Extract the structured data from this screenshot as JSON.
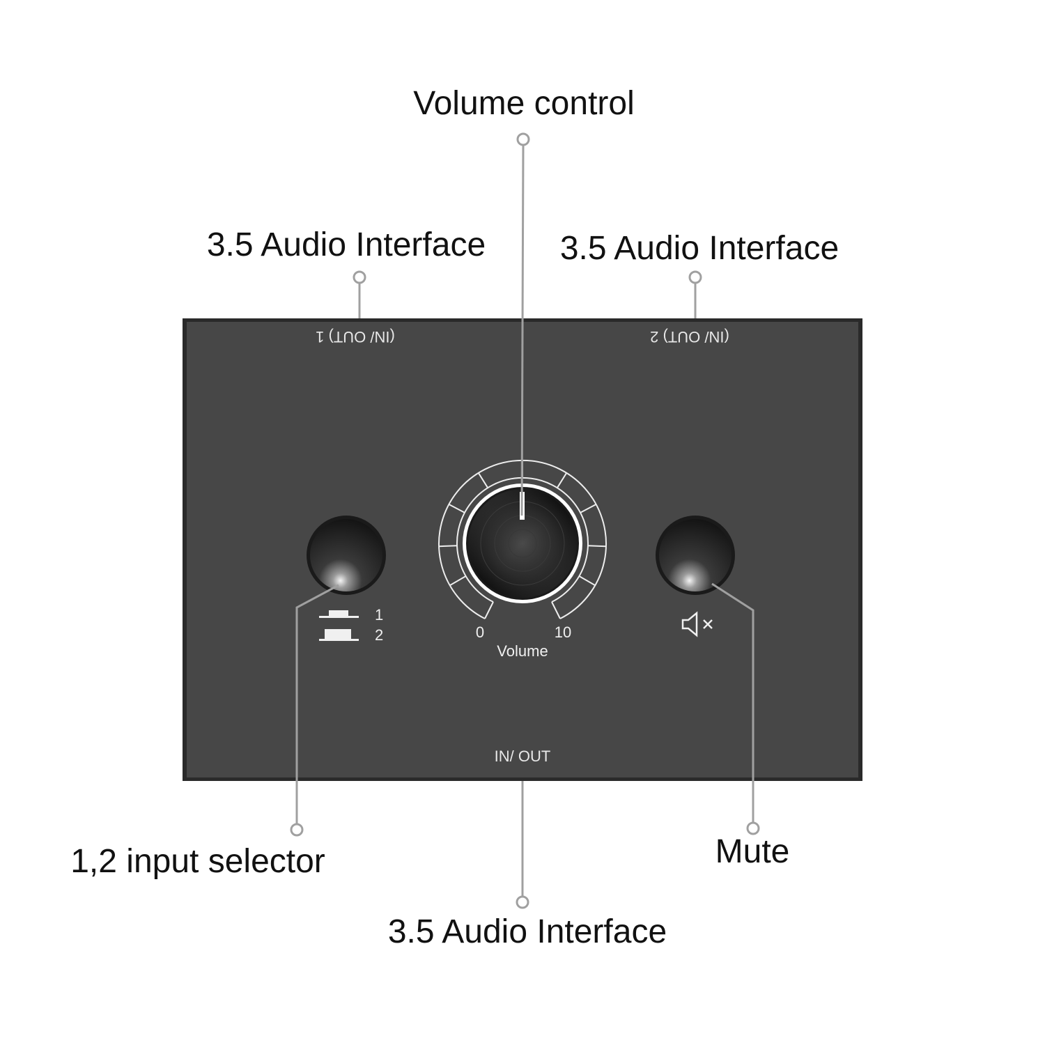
{
  "callouts": {
    "volume_control": "Volume control",
    "audio_interface_left": "3.5 Audio Interface",
    "audio_interface_right": "3.5 Audio Interface",
    "audio_interface_bottom": "3.5 Audio Interface",
    "input_selector": "1,2 input selector",
    "mute": "Mute"
  },
  "panel": {
    "port_label_1": "(IN/ OUT) 1",
    "port_label_2": "(IN/ OUT) 2",
    "port_label_bottom": "IN/ OUT",
    "selector_position_1": "1",
    "selector_position_2": "2",
    "volume_min": "0",
    "volume_max": "10",
    "volume_label": "Volume"
  },
  "icons": {
    "selector": "input-selector-icon",
    "mute": "speaker-mute-icon"
  },
  "colors": {
    "panel": "#474747",
    "panel_border": "#2a2a2a",
    "leader_line": "#a0a0a0"
  }
}
